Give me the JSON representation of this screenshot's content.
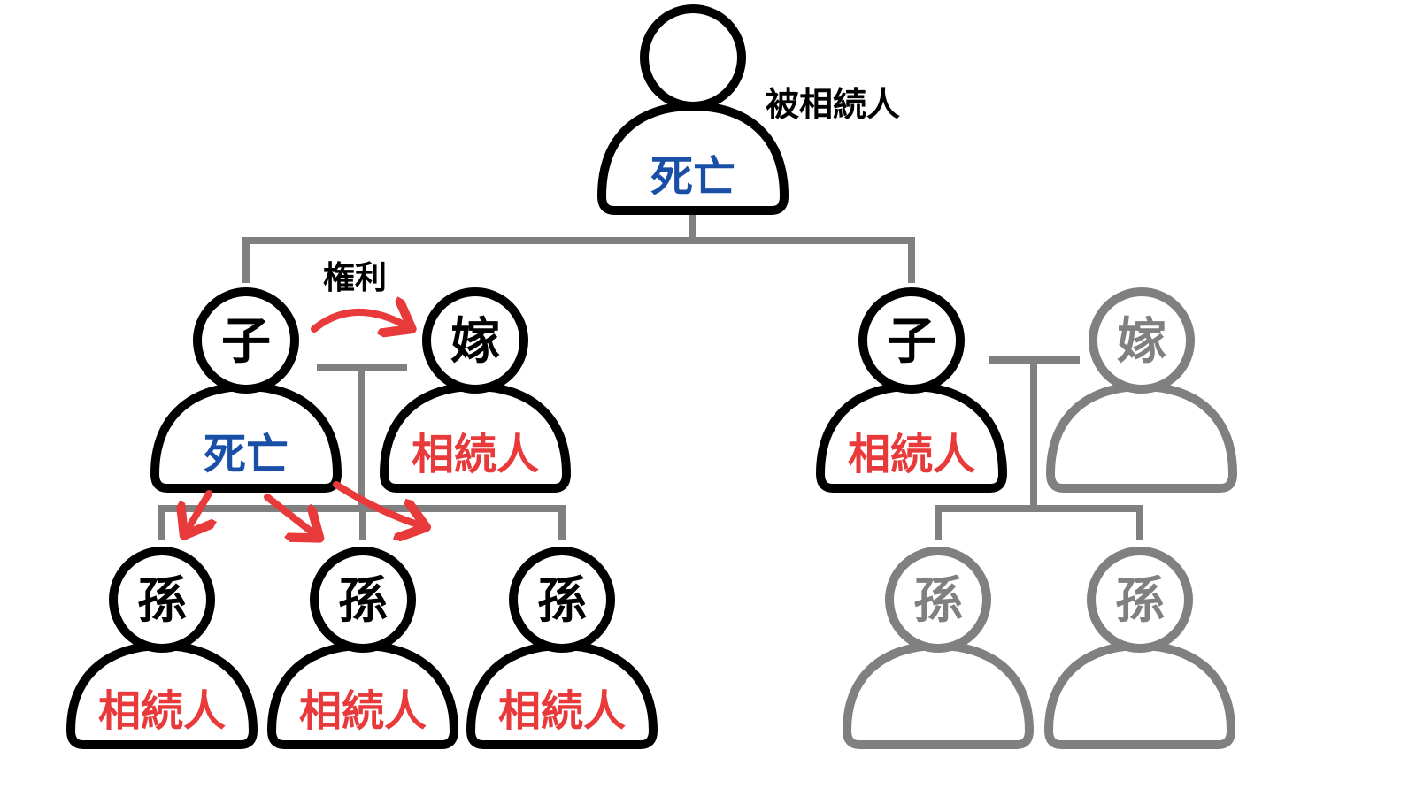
{
  "title_label": "被相続人",
  "right_label": "権利",
  "colors": {
    "black": "#000000",
    "gray": "#808080",
    "red": "#e83a3a",
    "blue": "#1a4fa8"
  },
  "persons": [
    {
      "role": "deceased-parent",
      "head": "",
      "body": "死亡",
      "body_color": "blue",
      "active": true
    },
    {
      "role": "child-left",
      "head": "子",
      "body": "死亡",
      "body_color": "blue",
      "active": true
    },
    {
      "role": "spouse-left",
      "head": "嫁",
      "body": "相続人",
      "body_color": "red",
      "active": true
    },
    {
      "role": "child-right",
      "head": "子",
      "body": "相続人",
      "body_color": "red",
      "active": true
    },
    {
      "role": "spouse-right",
      "head": "嫁",
      "body": "",
      "body_color": "gray",
      "active": false
    },
    {
      "role": "grandchild-1",
      "head": "孫",
      "body": "相続人",
      "body_color": "red",
      "active": true
    },
    {
      "role": "grandchild-2",
      "head": "孫",
      "body": "相続人",
      "body_color": "red",
      "active": true
    },
    {
      "role": "grandchild-3",
      "head": "孫",
      "body": "相続人",
      "body_color": "red",
      "active": true
    },
    {
      "role": "grandchild-4",
      "head": "孫",
      "body": "",
      "body_color": "gray",
      "active": false
    },
    {
      "role": "grandchild-5",
      "head": "孫",
      "body": "",
      "body_color": "gray",
      "active": false
    }
  ]
}
